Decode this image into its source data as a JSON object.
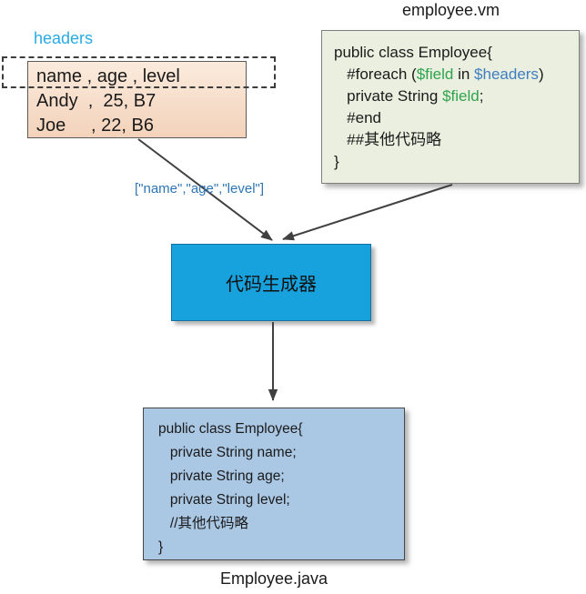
{
  "labels": {
    "headers": "headers",
    "array_value": "[\"name\",\"age\",\"level\"]",
    "vm_title": "employee.vm",
    "generator": "代码生成器",
    "java_title": "Employee.java"
  },
  "csv_box": {
    "line1": "name , age , level",
    "line2": "Andy  ,  25, B7",
    "line3": "Joe     , 22, B6"
  },
  "vm_box": {
    "line1": "public class Employee{",
    "line2": {
      "a": "   #foreach (",
      "b": "$field",
      "c": " in ",
      "d": "$headers",
      "e": ")"
    },
    "line3": {
      "a": "   private String ",
      "b": "$field",
      "c": ";"
    },
    "line4": "   #end",
    "line5": "   ##其他代码略",
    "line6": "}"
  },
  "java_box": {
    "line1": "public class Employee{",
    "line2": "   private String name;",
    "line3": "   private String age;",
    "line4": "   private String level;",
    "line5": "   //其他代码略",
    "line6": "}"
  },
  "colors": {
    "headers_label": "#29ABE2",
    "array_label": "#2E75B6",
    "csv_box_gradient_top": "#FBEBDD",
    "csv_box_gradient_bottom": "#F3D3BA",
    "vm_box_bg": "#EBEFDF",
    "generator_bg": "#17A2DE",
    "generator_border": "#1470A2",
    "java_box_bg": "#AAC7E4",
    "token_green": "#2EA44E",
    "token_blue": "#3E7EC1",
    "arrow": "#404040"
  }
}
